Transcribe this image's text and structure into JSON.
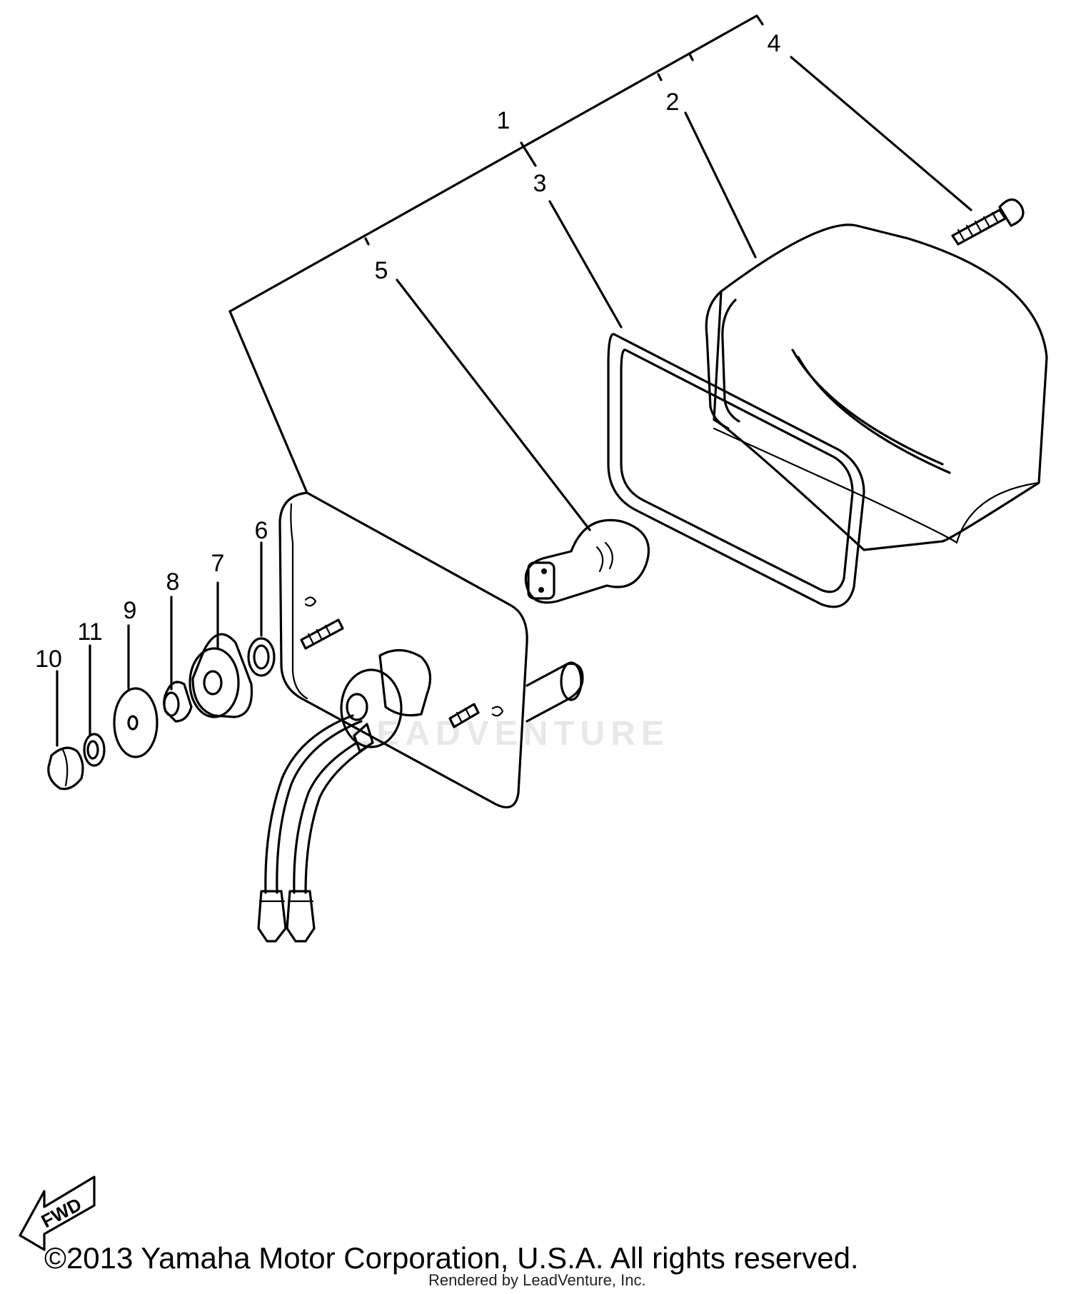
{
  "callouts": [
    {
      "id": "1",
      "label": "1"
    },
    {
      "id": "2",
      "label": "2"
    },
    {
      "id": "3",
      "label": "3"
    },
    {
      "id": "4",
      "label": "4"
    },
    {
      "id": "5",
      "label": "5"
    },
    {
      "id": "6",
      "label": "6"
    },
    {
      "id": "7",
      "label": "7"
    },
    {
      "id": "8",
      "label": "8"
    },
    {
      "id": "9",
      "label": "9"
    },
    {
      "id": "10",
      "label": "10"
    },
    {
      "id": "11",
      "label": "11"
    }
  ],
  "direction_arrow": {
    "label": "FWD"
  },
  "watermark": {
    "text": "LEADVENTURE"
  },
  "footer": {
    "copyright": "©2013 Yamaha Motor Corporation, U.S.A. All rights reserved.",
    "rendered_by": "Rendered by LeadVenture, Inc."
  }
}
